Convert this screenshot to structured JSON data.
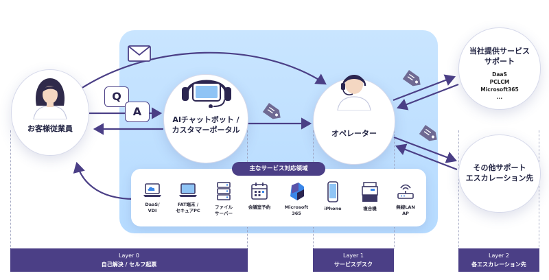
{
  "nodes": {
    "customer": {
      "label": "お客様従業員"
    },
    "chatbot": {
      "label": "AIチャットボット /\nカスタマーポータル"
    },
    "operator": {
      "label": "オペレーター"
    },
    "vendor": {
      "label": "当社提供サービス\nサポート",
      "items": [
        "DaaS",
        "PCLCM",
        "Microsoft365",
        "..."
      ]
    },
    "other": {
      "label": "その他サポート\nエスカレーション先"
    }
  },
  "qa": {
    "q": "Q",
    "a": "A"
  },
  "services": {
    "title": "主なサービス対応領域",
    "items": [
      {
        "label": "DaaS/\nVDI",
        "icon": "laptop-cloud-icon"
      },
      {
        "label": "FAT端末 /\nセキュアPC",
        "icon": "laptop-icon"
      },
      {
        "label": "ファイル\nサーバー",
        "icon": "server-icon"
      },
      {
        "label": "会議室予約",
        "icon": "calendar-icon"
      },
      {
        "label": "Microsoft\n365",
        "icon": "microsoft365-icon"
      },
      {
        "label": "iPhone",
        "icon": "smartphone-icon"
      },
      {
        "label": "複合機",
        "icon": "printer-icon"
      },
      {
        "label": "無線LAN\nAP",
        "icon": "wireless-router-icon"
      }
    ]
  },
  "layers": [
    {
      "name": "Layer 0",
      "desc": "自己解決 / セルフ起票"
    },
    {
      "name": "Layer 1",
      "desc": "サービスデスク"
    },
    {
      "name": "Layer 2",
      "desc": "各エスカレーション先"
    }
  ],
  "colors": {
    "primary": "#4b3f86",
    "panel": "#c2e1ff",
    "accent_blue": "#3a86e8"
  }
}
